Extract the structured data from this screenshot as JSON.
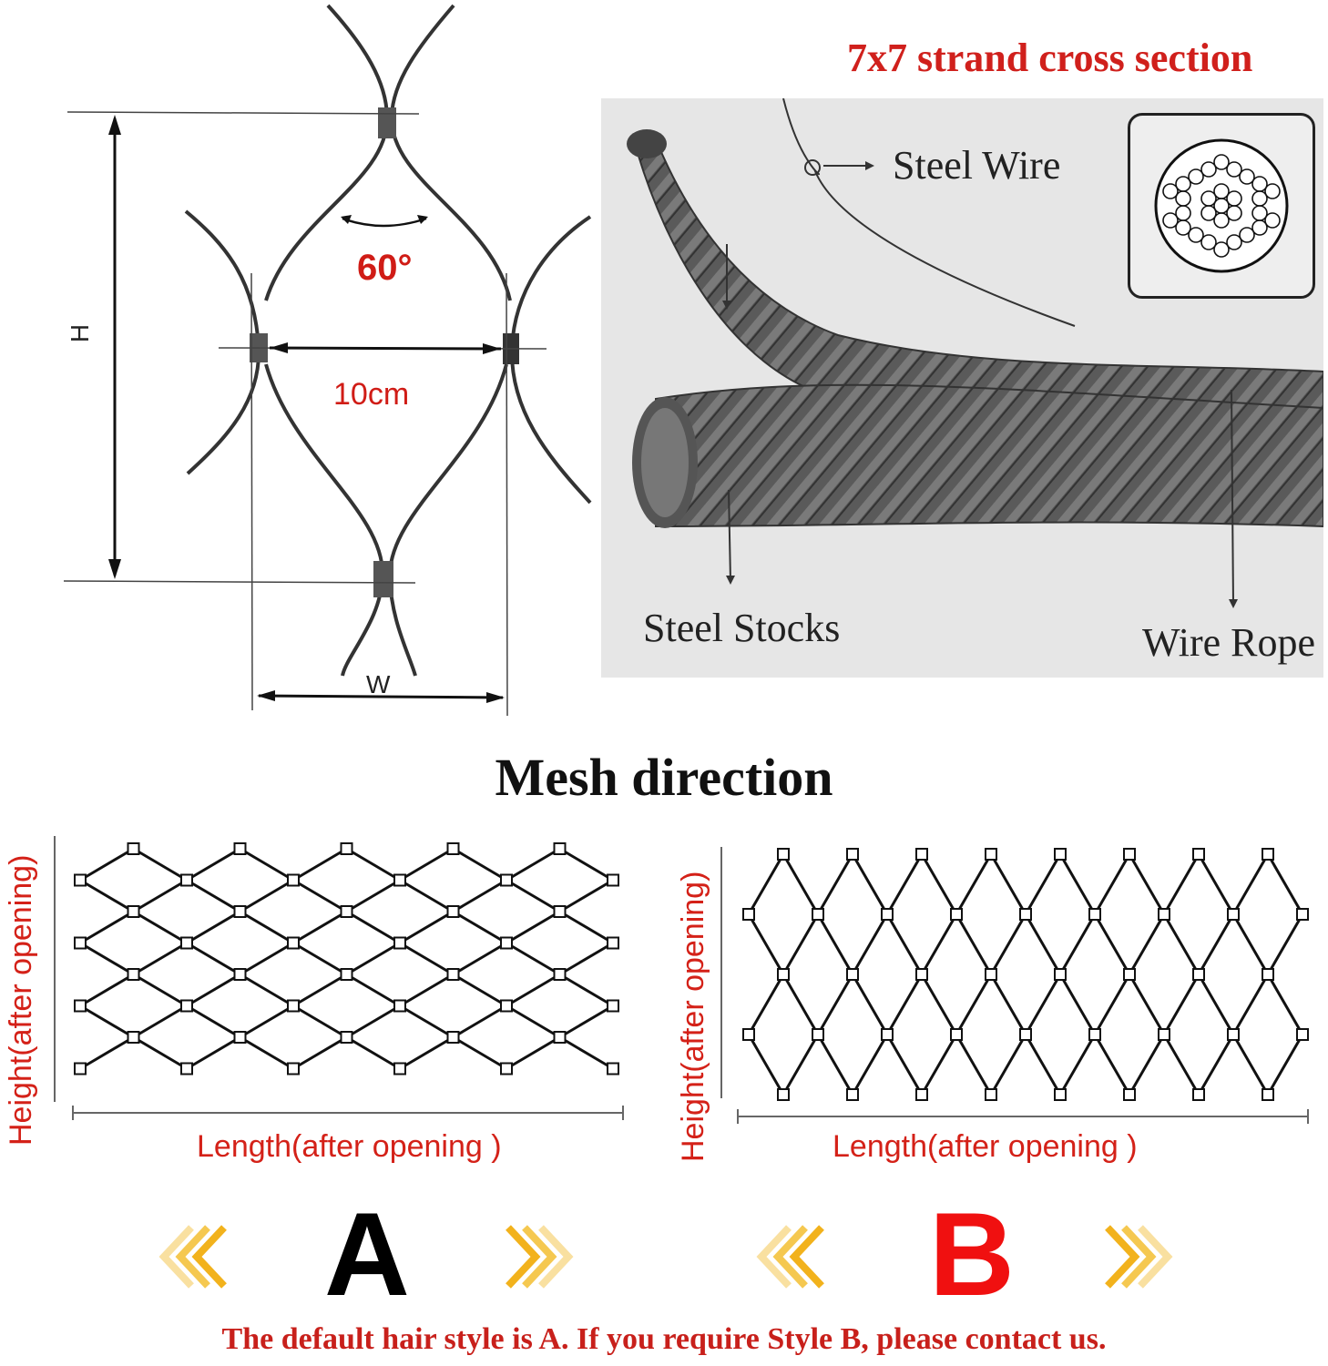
{
  "header": {
    "strand_title": "7x7 strand cross section"
  },
  "diamond": {
    "angle_label": "60°",
    "width_label": "10cm",
    "height_axis": "H",
    "width_axis": "W"
  },
  "rope": {
    "steel_wire": "Steel Wire",
    "steel_stocks": "Steel Stocks",
    "wire_rope": "Wire Rope"
  },
  "mesh": {
    "title": "Mesh direction",
    "height_label": "Height(after opening)",
    "length_label": "Length(after opening )",
    "style_a": "A",
    "style_b": "B"
  },
  "footer": {
    "note": "The default hair style is A. If you require Style B, please contact us."
  },
  "colors": {
    "accent_red": "#e0201a",
    "chevron_gold": "#f2b21c",
    "line": "#111111"
  }
}
